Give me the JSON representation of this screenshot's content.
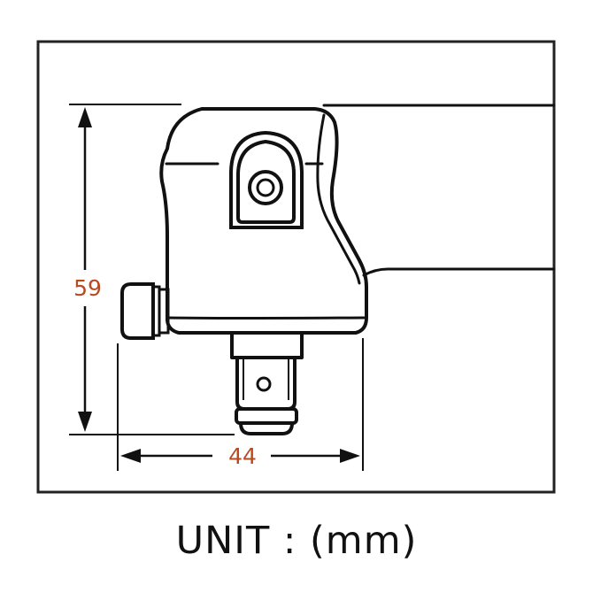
{
  "diagram": {
    "height_dimension": "59",
    "width_dimension": "44",
    "unit_label": "UNIT : (mm)",
    "colors": {
      "dimension_text": "#b94a1f",
      "outline": "#111111",
      "frame": "#222222",
      "background": "#ffffff"
    }
  }
}
